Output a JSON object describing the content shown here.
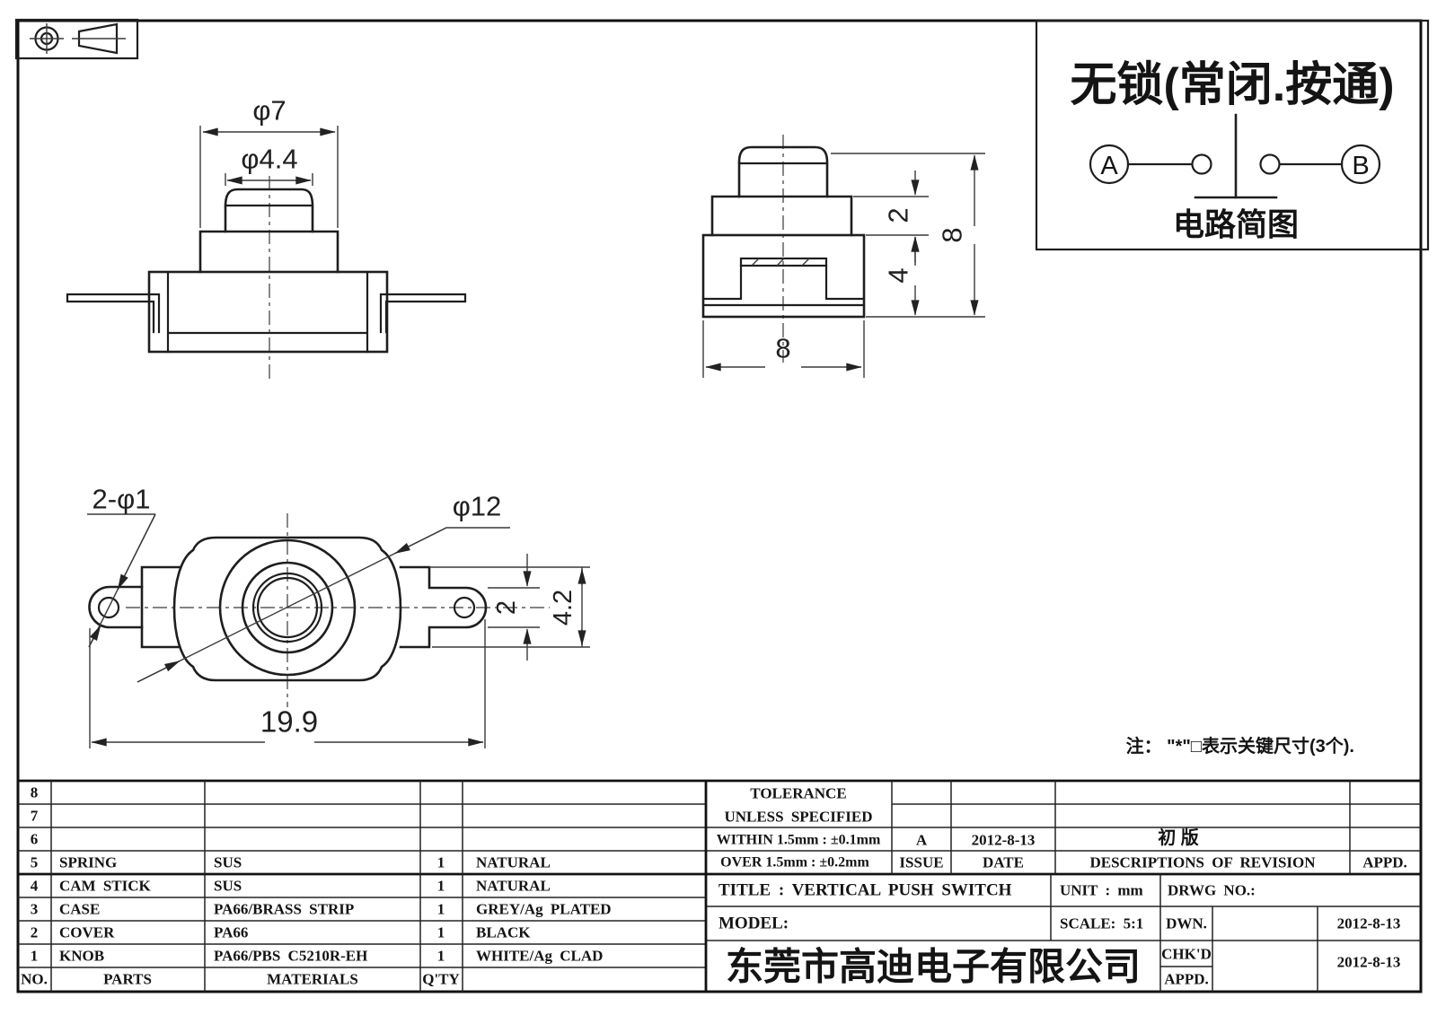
{
  "drawing": {
    "projection_symbol": "first-angle-projection",
    "front_view": {
      "dim_outer": "φ7",
      "dim_knob": "φ4.4"
    },
    "side_view": {
      "dim_step": "2",
      "dim_base": "4",
      "dim_height": "8",
      "dim_width": "8"
    },
    "top_view": {
      "dim_holes": "2-φ1",
      "dim_body": "φ12",
      "dim_lug": "2",
      "dim_tab": "4.2",
      "dim_length": "19.9"
    },
    "note": "注： \"*\"□表示关键尺寸(3个)."
  },
  "circuit_box": {
    "title": "无锁(常闭.按通)",
    "terminal_a": "A",
    "terminal_b": "B",
    "caption": "电路简图"
  },
  "parts_table": {
    "headers": {
      "no": "NO.",
      "parts": "PARTS",
      "materials": "MATERIALS",
      "qty": "Q'TY"
    },
    "rows": [
      {
        "no": "8",
        "part": "",
        "material": "",
        "qty": "",
        "finish": ""
      },
      {
        "no": "7",
        "part": "",
        "material": "",
        "qty": "",
        "finish": ""
      },
      {
        "no": "6",
        "part": "",
        "material": "",
        "qty": "",
        "finish": ""
      },
      {
        "no": "5",
        "part": "SPRING",
        "material": "SUS",
        "qty": "1",
        "finish": "NATURAL"
      },
      {
        "no": "4",
        "part": "CAM STICK",
        "material": "SUS",
        "qty": "1",
        "finish": "NATURAL"
      },
      {
        "no": "3",
        "part": "CASE",
        "material": "PA66/BRASS STRIP",
        "qty": "1",
        "finish": "GREY/Ag PLATED"
      },
      {
        "no": "2",
        "part": "COVER",
        "material": "PA66",
        "qty": "1",
        "finish": "BLACK"
      },
      {
        "no": "1",
        "part": "KNOB",
        "material": "PA66/PBS C5210R-EH",
        "qty": "1",
        "finish": "WHITE/Ag CLAD"
      }
    ]
  },
  "title_block": {
    "tolerance_line1": "TOLERANCE",
    "tolerance_line2": "UNLESS SPECIFIED",
    "within": "WITHIN 1.5mm : ±0.1mm",
    "over": "OVER 1.5mm : ±0.2mm",
    "rev_issue_value": "A",
    "rev_date_value": "2012-8-13",
    "rev_description_value": "初  版",
    "issue_label": "ISSUE",
    "date_label": "DATE",
    "descriptions_label": "DESCRIPTIONS OF REVISION",
    "appd_col_label": "APPD.",
    "title": "TITLE :  VERTICAL PUSH SWITCH",
    "unit": "UNIT :  mm",
    "drwg_no": "DRWG NO.:",
    "model": "MODEL:",
    "scale": "SCALE:  5:1",
    "company": "东莞市高迪电子有限公司",
    "dwn_label": "DWN.",
    "chkd_label": "CHK'D",
    "appd_label": "APPD.",
    "dwn_date": "2012-8-13",
    "chkd_date": "2012-8-13"
  }
}
